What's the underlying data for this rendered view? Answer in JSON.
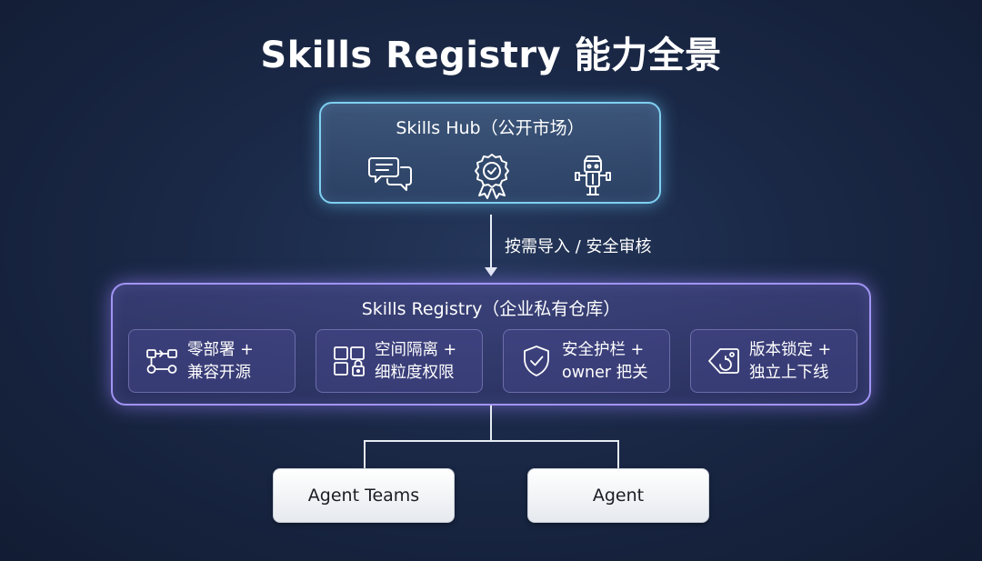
{
  "title": "Skills Registry 能力全景",
  "hub": {
    "title": "Skills Hub（公开市场）",
    "icons": [
      "chat-bubbles-icon",
      "award-badge-icon",
      "puzzle-robot-icon"
    ]
  },
  "arrow_label": "按需导入 / 安全审核",
  "registry": {
    "title": "Skills Registry（企业私有仓库）",
    "features": [
      {
        "icon": "workflow-nodes-icon",
        "line1": "零部署 +",
        "line2": "兼容开源"
      },
      {
        "icon": "space-lock-icon",
        "line1": "空间隔离 +",
        "line2": "细粒度权限"
      },
      {
        "icon": "shield-check-icon",
        "line1": "安全护栏 +",
        "line2": "owner 把关"
      },
      {
        "icon": "version-tag-icon",
        "line1": "版本锁定 +",
        "line2": "独立上下线"
      }
    ]
  },
  "consumers": [
    {
      "label": "Agent Teams"
    },
    {
      "label": "Agent"
    }
  ],
  "colors": {
    "hub_border": "#7fd0f2",
    "registry_border": "#a294f4",
    "background": "#1a2846"
  }
}
